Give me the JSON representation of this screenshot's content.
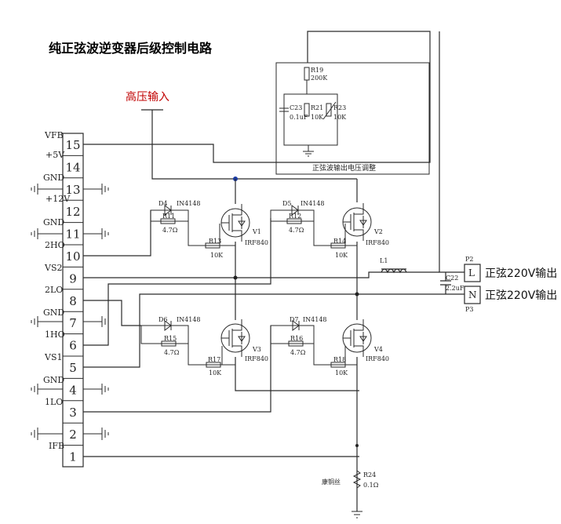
{
  "title": "纯正弦波逆变器后级控制电路",
  "hv_input": "高压输入",
  "connector": {
    "pins": [
      "15",
      "14",
      "13",
      "12",
      "11",
      "10",
      "9",
      "8",
      "7",
      "6",
      "5",
      "4",
      "3",
      "2",
      "1"
    ],
    "labels": {
      "vfb": "VFB",
      "p5v": "+5V",
      "gnd13": "GND",
      "p12v": "+12V",
      "gnd11": "GND",
      "ho2": "2HO",
      "vs2": "VS2",
      "lo2": "2LO",
      "gnd7": "GND",
      "ho1": "1HO",
      "vs1": "VS1",
      "gnd4": "GND",
      "lo1": "1LO",
      "ifb": "IFB"
    }
  },
  "feedback": {
    "box_label": "正弦波输出电压调整",
    "r19": "R19",
    "r19_val": "200K",
    "c23": "C23",
    "c23_val": "0.1uF",
    "r21": "R21",
    "r21_val": "10K",
    "r23": "R23",
    "r23_val": "10K"
  },
  "components": {
    "d4": "D4",
    "d4_val": "IN4148",
    "r11": "R11",
    "r11_val": "4.7Ω",
    "r13": "R13",
    "r13_val": "10K",
    "v1": "V1",
    "v1_val": "IRF840",
    "d5": "D5",
    "d5_val": "IN4148",
    "r12": "R12",
    "r12_val": "4.7Ω",
    "r14": "R14",
    "r14_val": "10K",
    "v2": "V2",
    "v2_val": "IRF840",
    "d6": "D6",
    "d6_val": "IN4148",
    "r15": "R15",
    "r15_val": "4.7Ω",
    "r17": "R17",
    "r17_val": "10K",
    "v3": "V3",
    "v3_val": "IRF840",
    "d7": "D7",
    "d7_val": "IN4148",
    "r16": "R16",
    "r16_val": "4.7Ω",
    "r18": "R18",
    "r18_val": "10K",
    "v4": "V4",
    "v4_val": "IRF840",
    "l1": "L1",
    "c22": "C22",
    "c22_val": "2.2uF",
    "r24": "R24",
    "r24_val": "0.1Ω",
    "r24_note": "康铜丝"
  },
  "outputs": {
    "p2": "P2",
    "l": "L",
    "l_text": "正弦220V输出",
    "p3": "P3",
    "n": "N",
    "n_text": "正弦220V输出"
  }
}
